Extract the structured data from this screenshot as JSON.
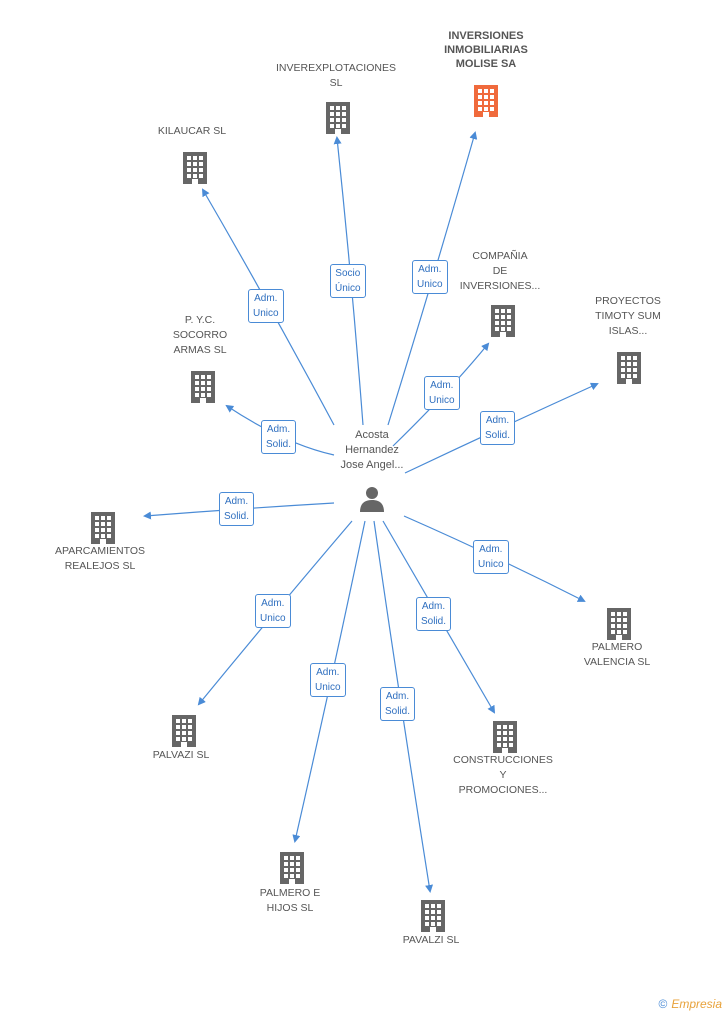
{
  "person": {
    "name": "Acosta\nHernandez\nJose Angel...",
    "icon": "person-icon"
  },
  "companies": [
    {
      "id": "inversiones",
      "label": "INVERSIONES\nINMOBILIARIAS\nMOLISE SA",
      "highlight": true,
      "color": "#f06a3c"
    },
    {
      "id": "inverexplotaciones",
      "label": "INVEREXPLOTACIONES\nSL"
    },
    {
      "id": "kilaucar",
      "label": "KILAUCAR SL"
    },
    {
      "id": "compania",
      "label": "COMPAÑIA\nDE\nINVERSIONES..."
    },
    {
      "id": "proyectos",
      "label": "PROYECTOS\nTIMOTY SUM\nISLAS..."
    },
    {
      "id": "pyc",
      "label": "P. Y.C.\nSOCORRO\nARMAS SL"
    },
    {
      "id": "aparcamientos",
      "label": "APARCAMIENTOS\nREALEJOS SL"
    },
    {
      "id": "palmero_valencia",
      "label": "PALMERO\nVALENCIA SL"
    },
    {
      "id": "palvazi",
      "label": "PALVAZI SL"
    },
    {
      "id": "construcciones",
      "label": "CONSTRUCCIONES\nY\nPROMOCIONES..."
    },
    {
      "id": "palmero_hijos",
      "label": "PALMERO E\nHIJOS SL"
    },
    {
      "id": "pavalzi",
      "label": "PAVALZI SL"
    }
  ],
  "relations": [
    {
      "to": "inversiones",
      "label": "Adm.\nUnico"
    },
    {
      "to": "inverexplotaciones",
      "label": "Socio\nÚnico"
    },
    {
      "to": "kilaucar",
      "label": "Adm.\nUnico"
    },
    {
      "to": "compania",
      "label": "Adm.\nUnico"
    },
    {
      "to": "proyectos",
      "label": "Adm.\nSolid."
    },
    {
      "to": "pyc",
      "label": "Adm.\nSolid."
    },
    {
      "to": "aparcamientos",
      "label": "Adm.\nSolid."
    },
    {
      "to": "palmero_valencia",
      "label": "Adm.\nUnico"
    },
    {
      "to": "palvazi",
      "label": "Adm.\nUnico"
    },
    {
      "to": "construcciones",
      "label": "Adm.\nSolid."
    },
    {
      "to": "palmero_hijos",
      "label": "Adm.\nUnico"
    },
    {
      "to": "pavalzi",
      "label": "Adm.\nSolid."
    }
  ],
  "colors": {
    "edge": "#4a8bd6",
    "building": "#666666",
    "highlight": "#f06a3c"
  },
  "footer": {
    "copyright": "©",
    "brand": "Empresia"
  }
}
